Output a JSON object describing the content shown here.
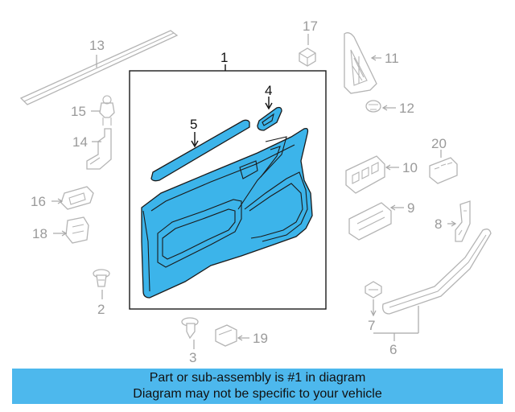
{
  "callouts": {
    "c1": "1",
    "c2": "2",
    "c3": "3",
    "c4": "4",
    "c5": "5",
    "c6": "6",
    "c7": "7",
    "c8": "8",
    "c9": "9",
    "c10": "10",
    "c11": "11",
    "c12": "12",
    "c13": "13",
    "c14": "14",
    "c15": "15",
    "c16": "16",
    "c17": "17",
    "c18": "18",
    "c19": "19",
    "c20": "20"
  },
  "highlighted_parts": [
    "1",
    "4",
    "5"
  ],
  "colors": {
    "highlight": "#3cb4ea",
    "banner": "#4db8ed",
    "callout_gray": "#9a9a9a"
  },
  "banner": {
    "line1": "Part or sub-assembly is #1 in diagram",
    "line2": "Diagram may not be specific to your vehicle"
  }
}
